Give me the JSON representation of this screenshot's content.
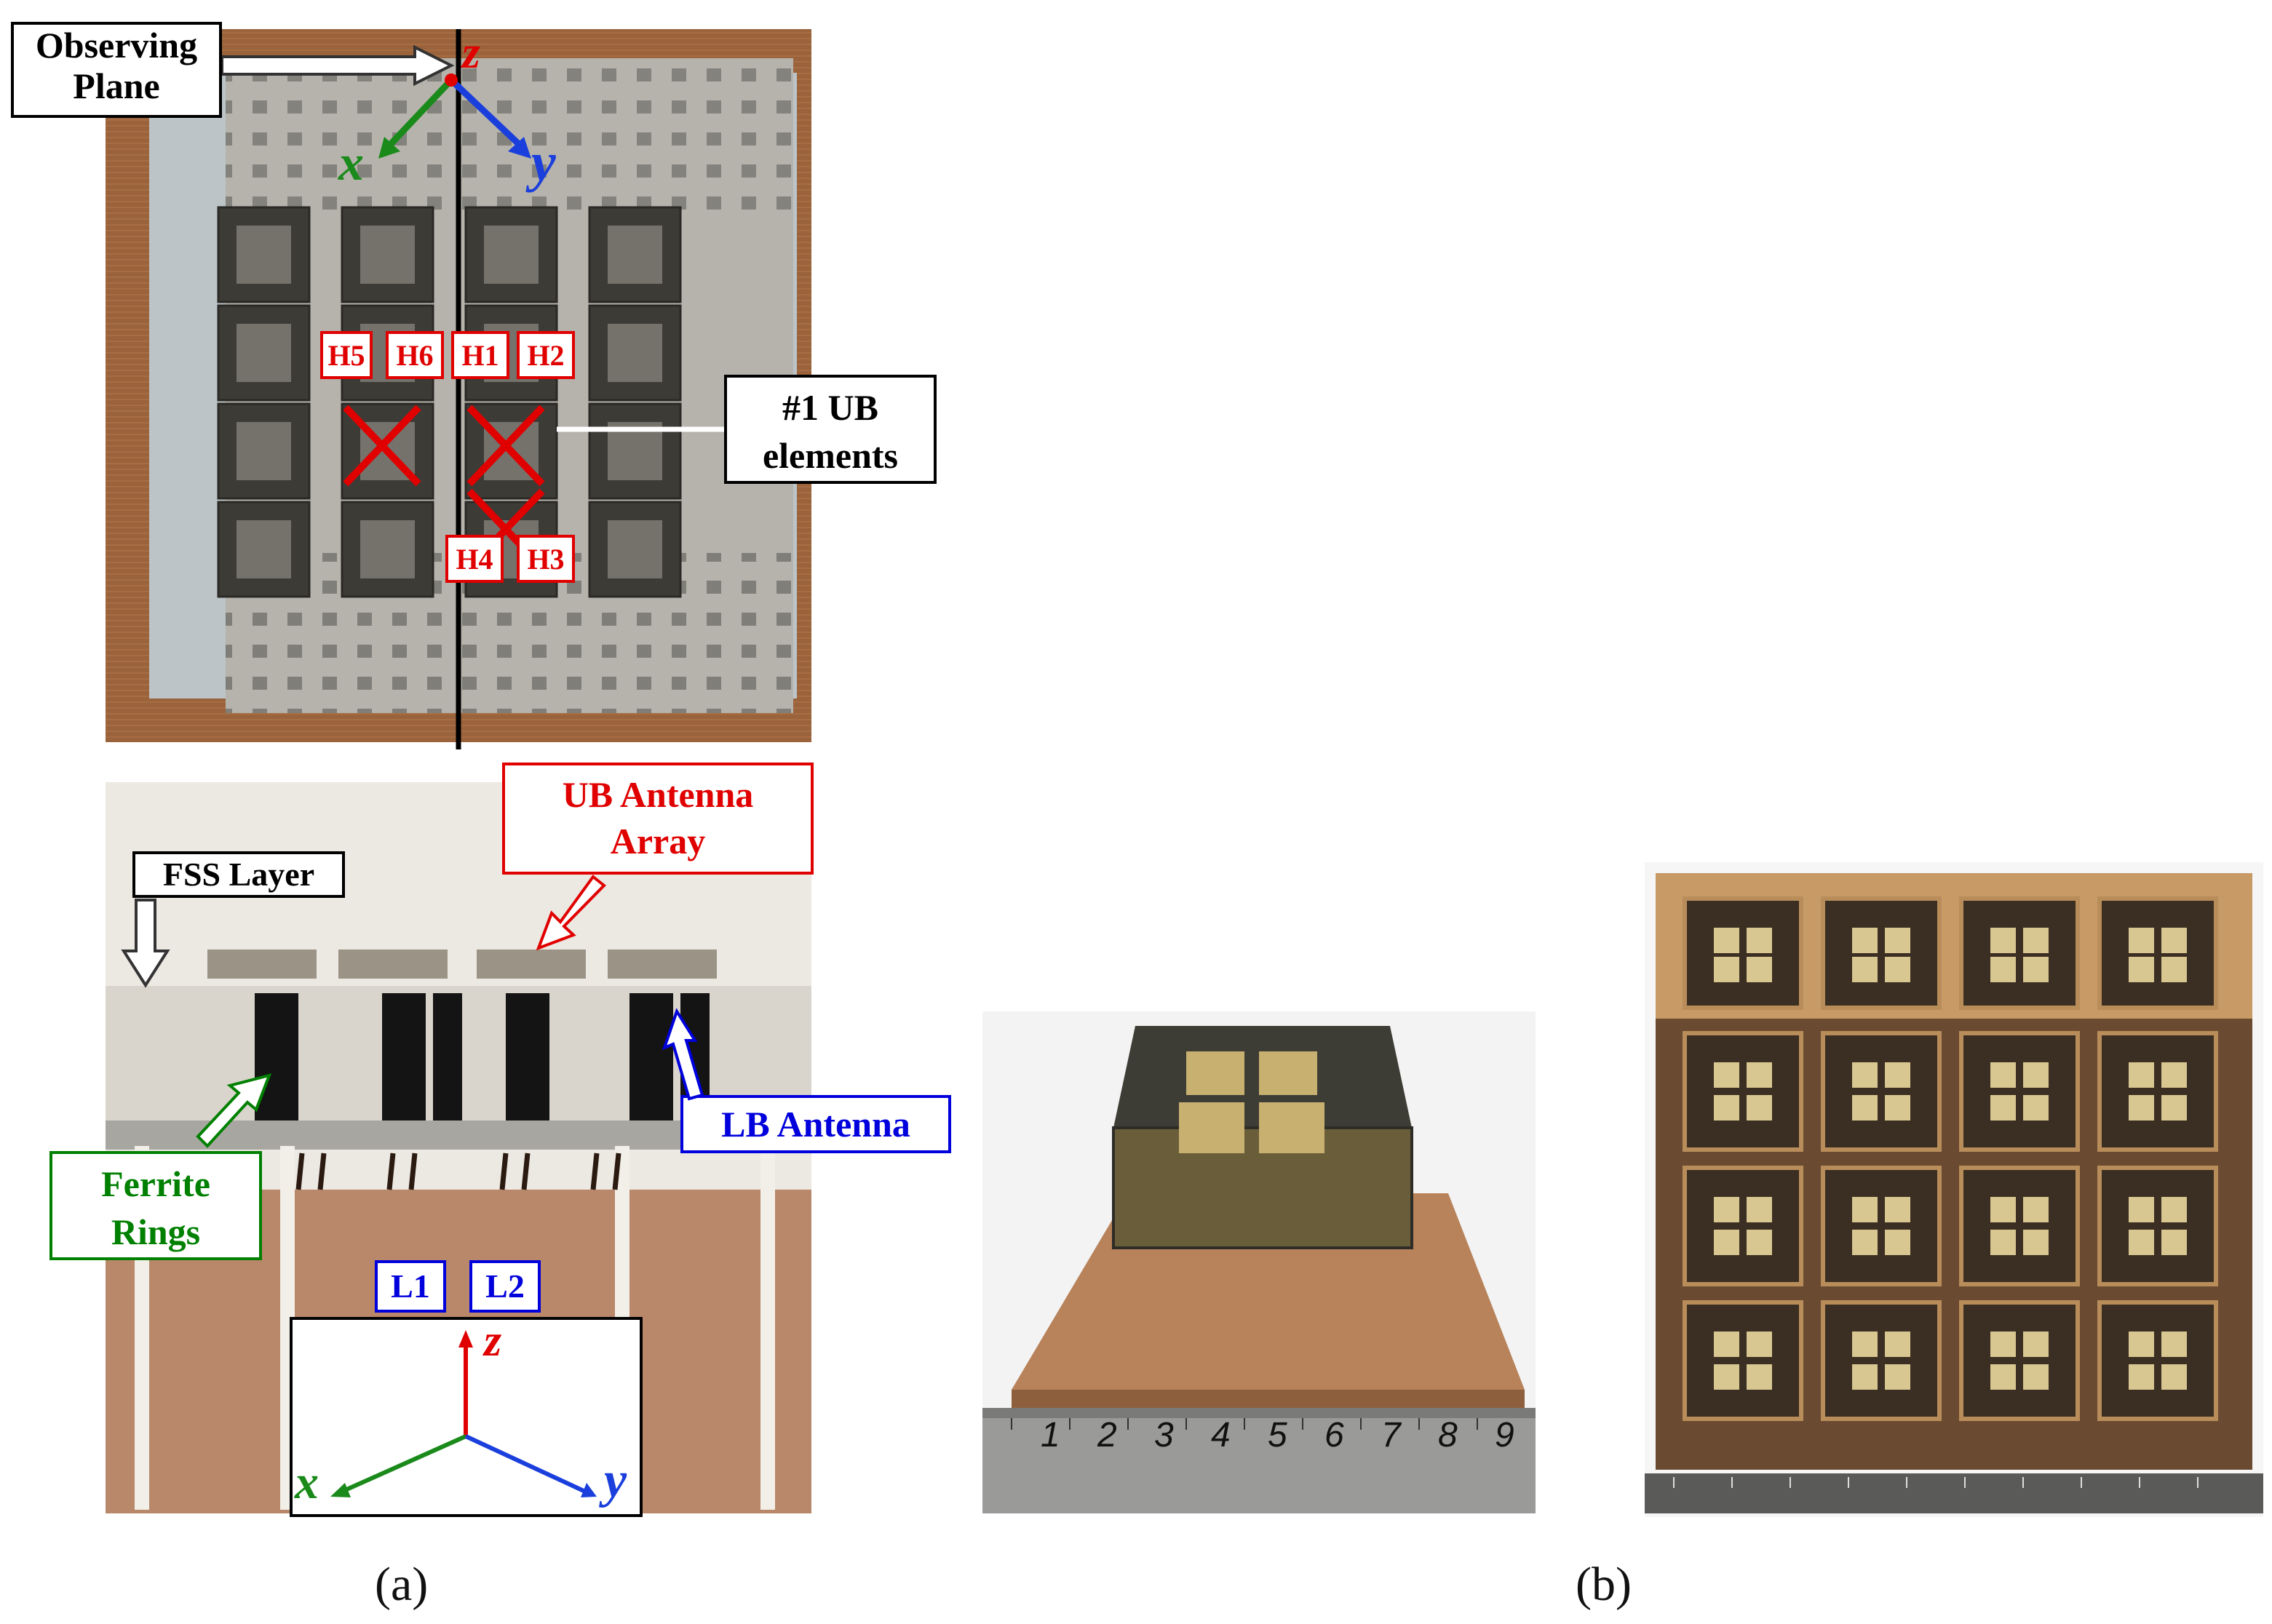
{
  "top_photo": {
    "observing_plane": [
      "Observing",
      "Plane"
    ],
    "axes": {
      "z": "z",
      "x": "x",
      "y": "y"
    },
    "element_tags": [
      "H5",
      "H6",
      "H1",
      "H2",
      "H4",
      "H3"
    ],
    "ub_elements": [
      "#1 UB",
      "elements"
    ]
  },
  "side_photo": {
    "ub_antenna_array": [
      "UB Antenna",
      "Array"
    ],
    "fss_layer": "FSS Layer",
    "lb_antenna": "LB Antenna",
    "ferrite_rings": [
      "Ferrite",
      "Rings"
    ],
    "ports": [
      "L1",
      "L2"
    ],
    "axes": {
      "z": "z",
      "x": "x",
      "y": "y"
    }
  },
  "ruler_digits": [
    "1",
    "2",
    "3",
    "4",
    "5",
    "6",
    "7",
    "8",
    "9"
  ],
  "captions": {
    "a": "(a)",
    "b": "(b)"
  },
  "colors": {
    "wood": "#a0683f",
    "pcb": "#b8825a",
    "label_red": "#e00000",
    "label_blue": "#0000dd",
    "label_green": "#008000"
  }
}
